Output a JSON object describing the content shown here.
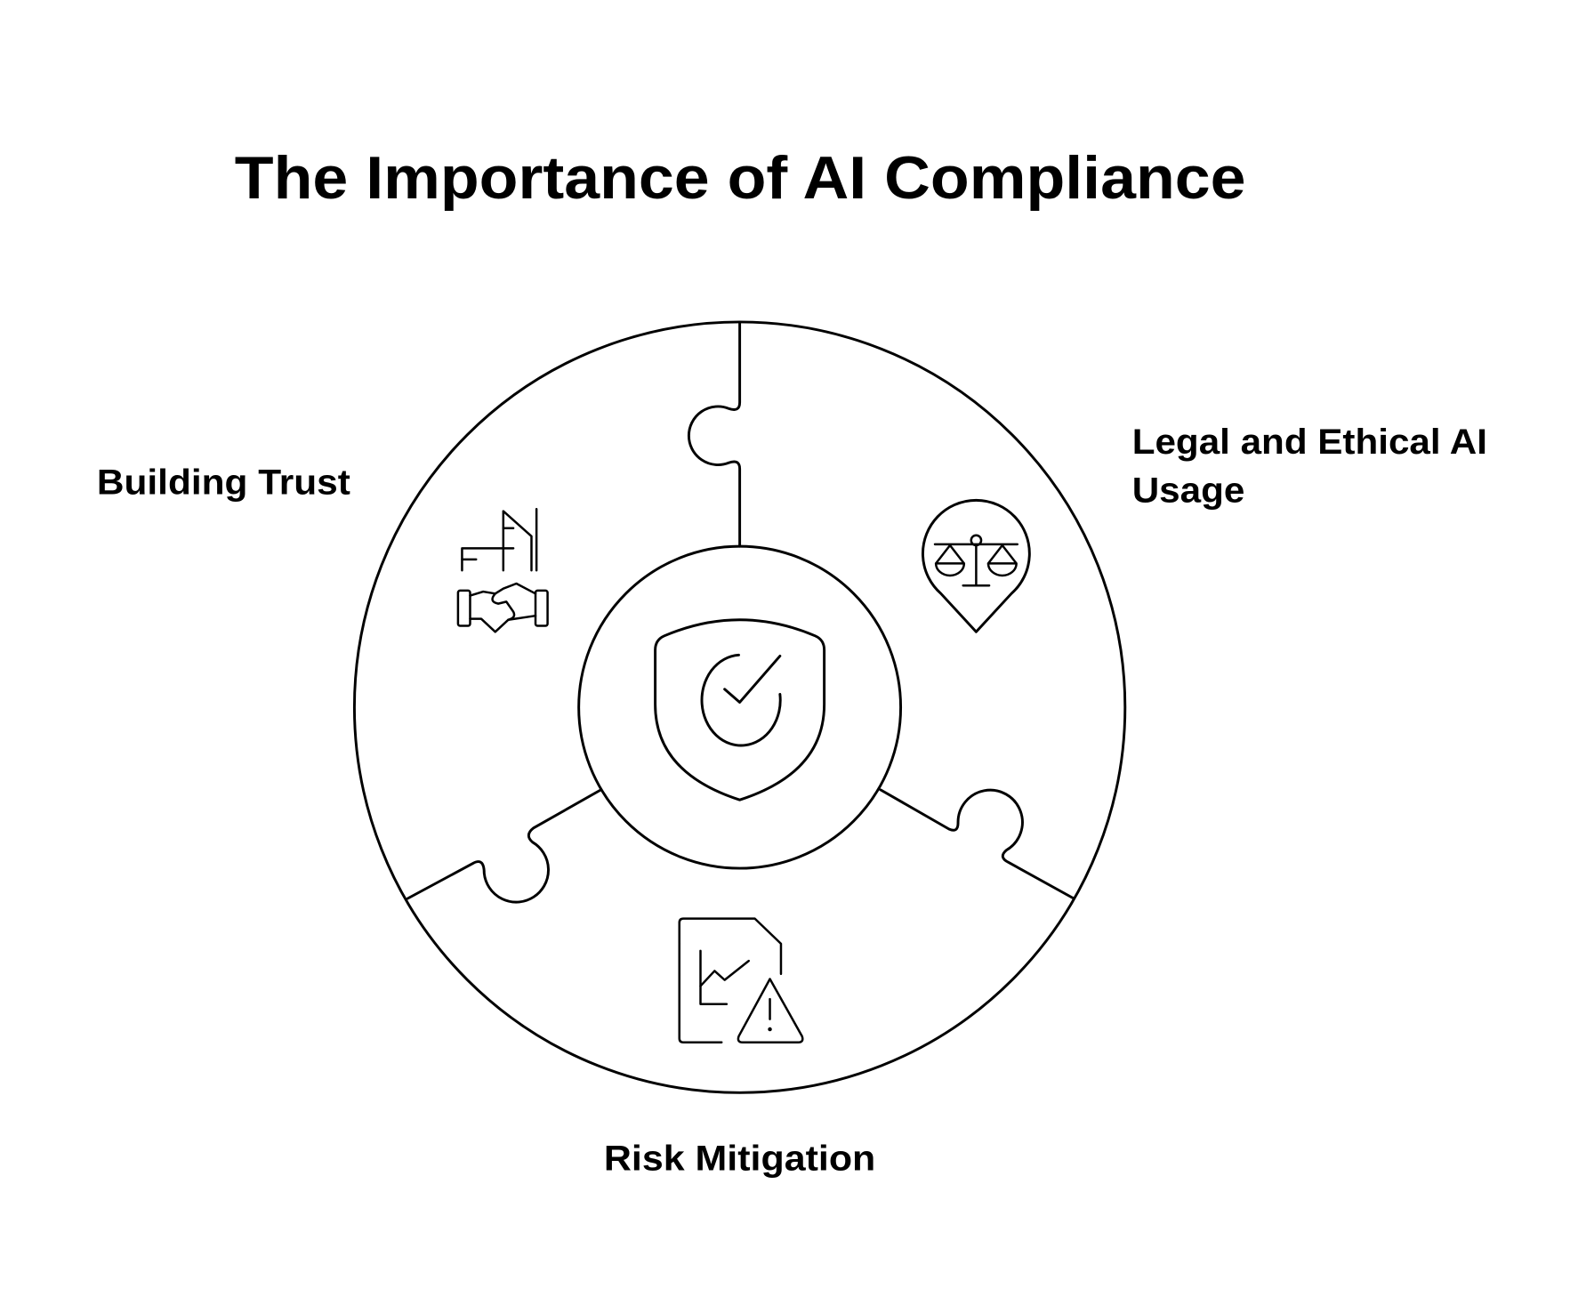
{
  "title": "The Importance of AI Compliance",
  "center": {
    "icon": "shield-check-icon"
  },
  "segments": [
    {
      "label": "Building Trust",
      "icon": "building-handshake-icon"
    },
    {
      "label_line1": "Legal and Ethical AI",
      "label_line2": "Usage",
      "icon": "scales-pin-icon"
    },
    {
      "label": "Risk Mitigation",
      "icon": "document-chart-warning-icon"
    }
  ],
  "colors": {
    "stroke": "#000000",
    "background": "#ffffff"
  }
}
